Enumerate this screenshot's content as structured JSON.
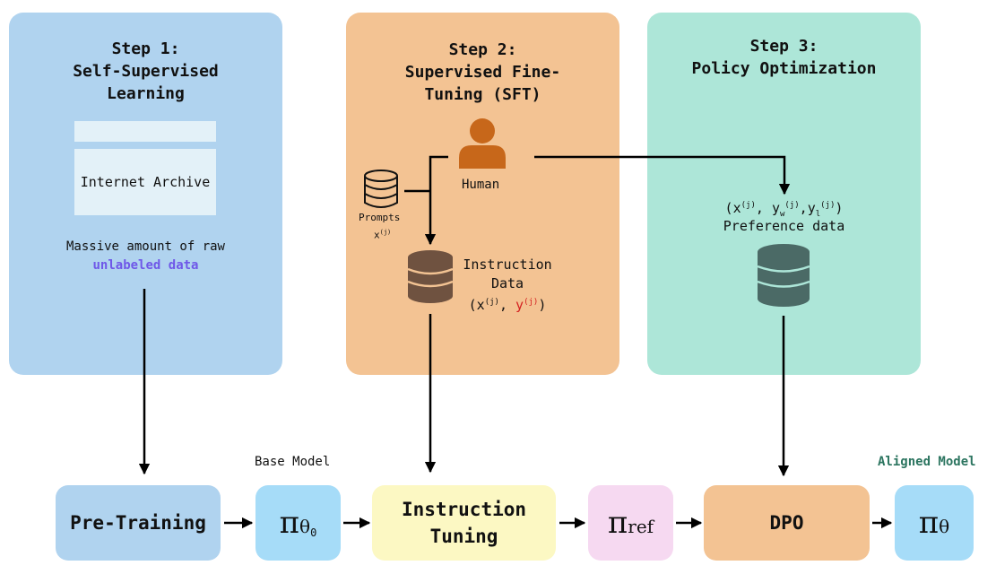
{
  "colors": {
    "step1_bg": "#b0d3ef",
    "step2_bg": "#f3c393",
    "step3_bg": "#ade6d8",
    "human": "#c7671a",
    "db_brown": "#6f5240",
    "db_green": "#4b6a66",
    "unlabeled": "#6f58e8",
    "aligned": "#2c7560",
    "y_red": "#d42020"
  },
  "step1": {
    "title_line1": "Step 1:",
    "title_line2": "Self-Supervised",
    "title_line3": "Learning",
    "archive_label": "Internet Archive",
    "caption_line1": "Massive amount of raw",
    "caption_line2": "unlabeled data"
  },
  "step2": {
    "title_line1": "Step 2:",
    "title_line2": "Supervised Fine-",
    "title_line3": "Tuning (SFT)",
    "human_label": "Human",
    "prompts_label": "Prompts",
    "prompts_var": "x",
    "prompts_sup": "(j)",
    "instruction_line1": "Instruction",
    "instruction_line2": "Data",
    "instr_x": "x",
    "instr_sup": "(j)",
    "instr_y": "y",
    "icons": {
      "human": "person-icon",
      "prompts": "database-outline-icon",
      "instruction": "database-icon"
    }
  },
  "step3": {
    "title_line1": "Step 3:",
    "title_line2": "Policy Optimization",
    "pref_x": "x",
    "pref_yw": "y",
    "pref_w": "w",
    "pref_yl": "y",
    "pref_l": "l",
    "pref_sup": "(j)",
    "pref_label": "Preference data",
    "icons": {
      "preference": "database-icon"
    }
  },
  "pipeline": {
    "pretraining": "Pre-Training",
    "base_model_label": "Base Model",
    "pi": "π",
    "theta": "θ",
    "theta0_sub": "0",
    "instruction_line1": "Instruction",
    "instruction_line2": "Tuning",
    "ref_sub": "ref",
    "dpo": "DPO",
    "aligned_model_label": "Aligned Model"
  }
}
